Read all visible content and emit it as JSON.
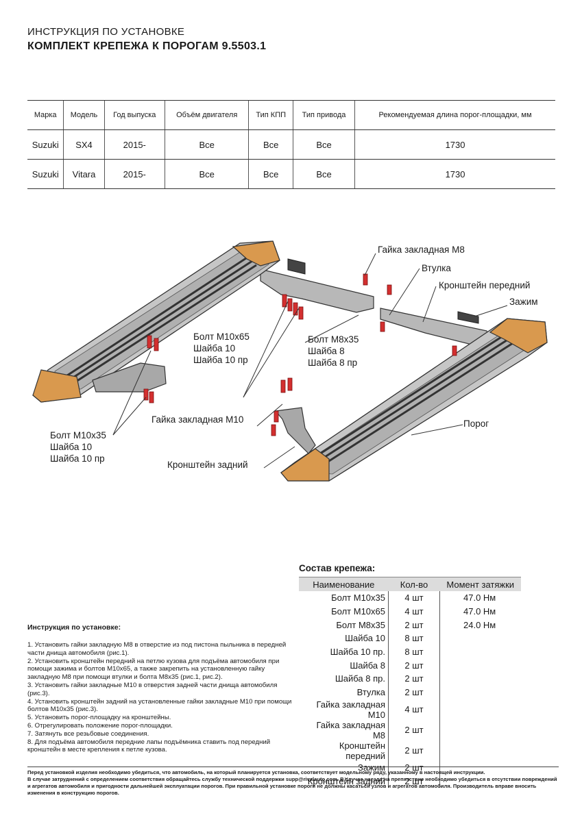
{
  "header": {
    "title_line1": "ИНСТРУКЦИЯ ПО УСТАНОВКЕ",
    "title_line2": "КОМПЛЕКТ КРЕПЕЖА К ПОРОГАМ 9.5503.1"
  },
  "models_table": {
    "columns": [
      "Марка",
      "Модель",
      "Год выпуска",
      "Объём двигателя",
      "Тип КПП",
      "Тип привода",
      "Рекомендуемая длина порог-площадки, мм"
    ],
    "rows": [
      [
        "Suzuki",
        "SX4",
        "2015-",
        "Все",
        "Все",
        "Все",
        "1730"
      ],
      [
        "Suzuki",
        "Vitara",
        "2015-",
        "Все",
        "Все",
        "Все",
        "1730"
      ]
    ]
  },
  "diagram": {
    "labels": {
      "gaika_m8": "Гайка закладная М8",
      "vtulka": "Втулка",
      "kronshtein_peredniy": "Кронштейн передний",
      "zazhim": "Зажим",
      "bolt_m10x65": [
        "Болт М10х65",
        "Шайба 10",
        "Шайба 10 пр"
      ],
      "bolt_m8x35": [
        "Болт М8х35",
        "Шайба 8",
        "Шайба 8 пр"
      ],
      "gaika_m10": "Гайка закладная М10",
      "bolt_m10x35": [
        "Болт М10х35",
        "Шайба 10",
        "Шайба 10 пр"
      ],
      "porog": "Порог",
      "kronshtein_zadniy": "Кронштейн задний"
    },
    "colors": {
      "end_cap": "#d9994e",
      "step_body": "#c9c9c9",
      "bracket": "#b3b3b3",
      "fastener": "#d32f2f"
    }
  },
  "parts": {
    "title": "Состав крепежа:",
    "columns": [
      "Наименование",
      "Кол-во",
      "Момент затяжки"
    ],
    "rows": [
      [
        "Болт М10х35",
        "4 шт",
        "47.0 Нм"
      ],
      [
        "Болт М10х65",
        "4 шт",
        "47.0 Нм"
      ],
      [
        "Болт М8х35",
        "2 шт",
        "24.0 Нм"
      ],
      [
        "Шайба 10",
        "8 шт",
        ""
      ],
      [
        "Шайба 10 пр.",
        "8 шт",
        ""
      ],
      [
        "Шайба 8",
        "2 шт",
        ""
      ],
      [
        "Шайба 8 пр.",
        "2 шт",
        ""
      ],
      [
        "Втулка",
        "2 шт",
        ""
      ],
      [
        "Гайка закладная М10",
        "4 шт",
        ""
      ],
      [
        "Гайка закладная М8",
        "2 шт",
        ""
      ],
      [
        "Кронштейн передний",
        "2 шт",
        ""
      ],
      [
        "Зажим",
        "2 шт",
        ""
      ],
      [
        "Кронштейн задний",
        "2 шт",
        ""
      ]
    ]
  },
  "instructions": {
    "title": "Инструкция по установке:",
    "steps": [
      "1. Установить гайки закладную М8 в отверстие из под пистона пыльника в передней части днища автомобиля (рис.1).",
      "2. Установить кронштейн передний на петлю кузова для подъёма автомобиля при помощи зажима и болтов М10х65, а также закрепить на установленную гайку закладную М8 при помощи втулки и болта М8х35 (рис.1, рис.2).",
      "3. Установить гайки закладные М10 в отверстия задней части днища автомобиля (рис.3).",
      "4. Установить кронштейн задний на установленные гайки закладные М10 при помощи болтов М10х35 (рис.3).",
      "5. Установить порог-площадку на кронштейны.",
      "6. Отрегулировать положение порог-площадки.",
      "7. Затянуть все резьбовые соединения.",
      "8. Для подъёма автомобиля передние лапы подъёмника ставить под передний кронштейн в месте крепления к петле кузова."
    ]
  },
  "footer_note": [
    "Перед установкой изделия необходимо убедиться, что автомобиль, на который планируется установка, соответствует модельному ряду, указанному в настоящей инструкции.",
    "В случае затруднений с определением соответствия обращайтесь службу технической поддержки supp@rivalauto.com. В случае наезда на препятствие необходимо убедиться в отсутствии повреждений и агрегатов автомобиля и пригодности дальнейшей эксплуатации порогов. При правильной установке пороги не должны касаться узлов и агрегатов автомобиля. Производитель вправе вносить изменения в конструкцию порогов."
  ]
}
